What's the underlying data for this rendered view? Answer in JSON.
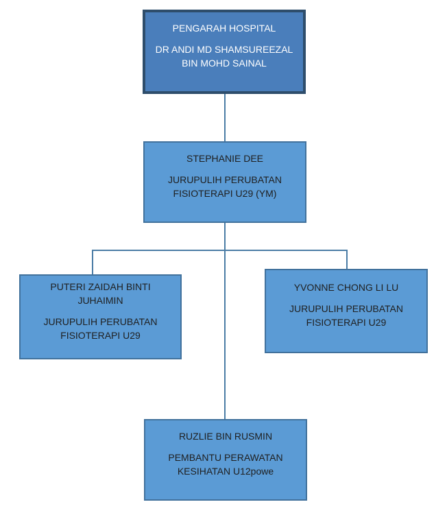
{
  "org_chart": {
    "type": "org-tree",
    "colors": {
      "root_fill": "#4A7EBB",
      "root_border": "#2E4D6B",
      "root_text": "#FFFFFF",
      "node_fill": "#5B9BD5",
      "node_border": "#41719C",
      "node_text": "#1F1F1F",
      "connector": "#4A7CA5",
      "background": "#FFFFFF"
    },
    "nodes": [
      {
        "id": "pengarah-hospital",
        "line1": "PENGARAH HOSPITAL",
        "line2": "DR ANDI MD SHAMSUREEZAL BIN MOHD SAINAL",
        "reports_to": null
      },
      {
        "id": "stephanie-dee",
        "line1": "STEPHANIE DEE",
        "line2": "JURUPULIH PERUBATAN FISIOTERAPI U29 (YM)",
        "reports_to": "pengarah-hospital"
      },
      {
        "id": "puteri-zaidah-binti-juhaimin",
        "line1": "PUTERI ZAIDAH BINTI JUHAIMIN",
        "line2": "JURUPULIH PERUBATAN FISIOTERAPI U29",
        "reports_to": "stephanie-dee"
      },
      {
        "id": "yvonne-chong-li-lu",
        "line1": "YVONNE CHONG LI LU",
        "line2": "JURUPULIH PERUBATAN FISIOTERAPI U29",
        "reports_to": "stephanie-dee"
      },
      {
        "id": "ruzlie-bin-rusmin",
        "line1": "RUZLIE BIN RUSMIN",
        "line2": "PEMBANTU PERAWATAN KESIHATAN U12powe",
        "reports_to": "stephanie-dee"
      }
    ]
  }
}
